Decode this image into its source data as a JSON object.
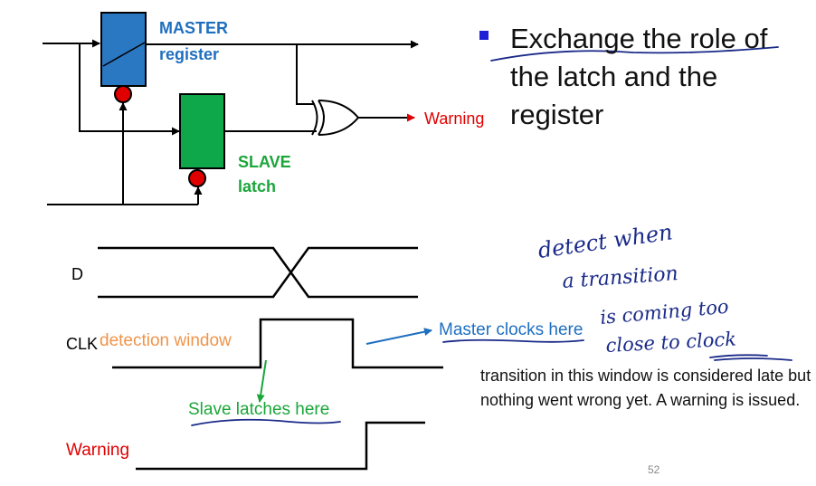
{
  "labels": {
    "master_line1": "MASTER",
    "master_line2": "register",
    "slave_line1": "SLAVE",
    "slave_line2": "latch",
    "warning_out": "Warning",
    "d": "D",
    "clk": "CLK",
    "detection_window": "detection window",
    "master_clocks": "Master clocks here",
    "slave_latches": "Slave latches here",
    "warning_wave": "Warning"
  },
  "bullet": "Exchange the role of the latch and the register",
  "note": "transition in this window is considered late but nothing went wrong yet. A warning is issued.",
  "handwriting": {
    "line1": "detect when",
    "line2": "a transition",
    "line3": "is coming too",
    "line4": "close to clock"
  },
  "page_number": "52",
  "colors": {
    "master": "#1f6fc0",
    "slave": "#1ba63a",
    "warning": "#e00000",
    "orange": "#f0944a",
    "bullet": "#1f1fd6",
    "ink": "#1a2a88"
  }
}
